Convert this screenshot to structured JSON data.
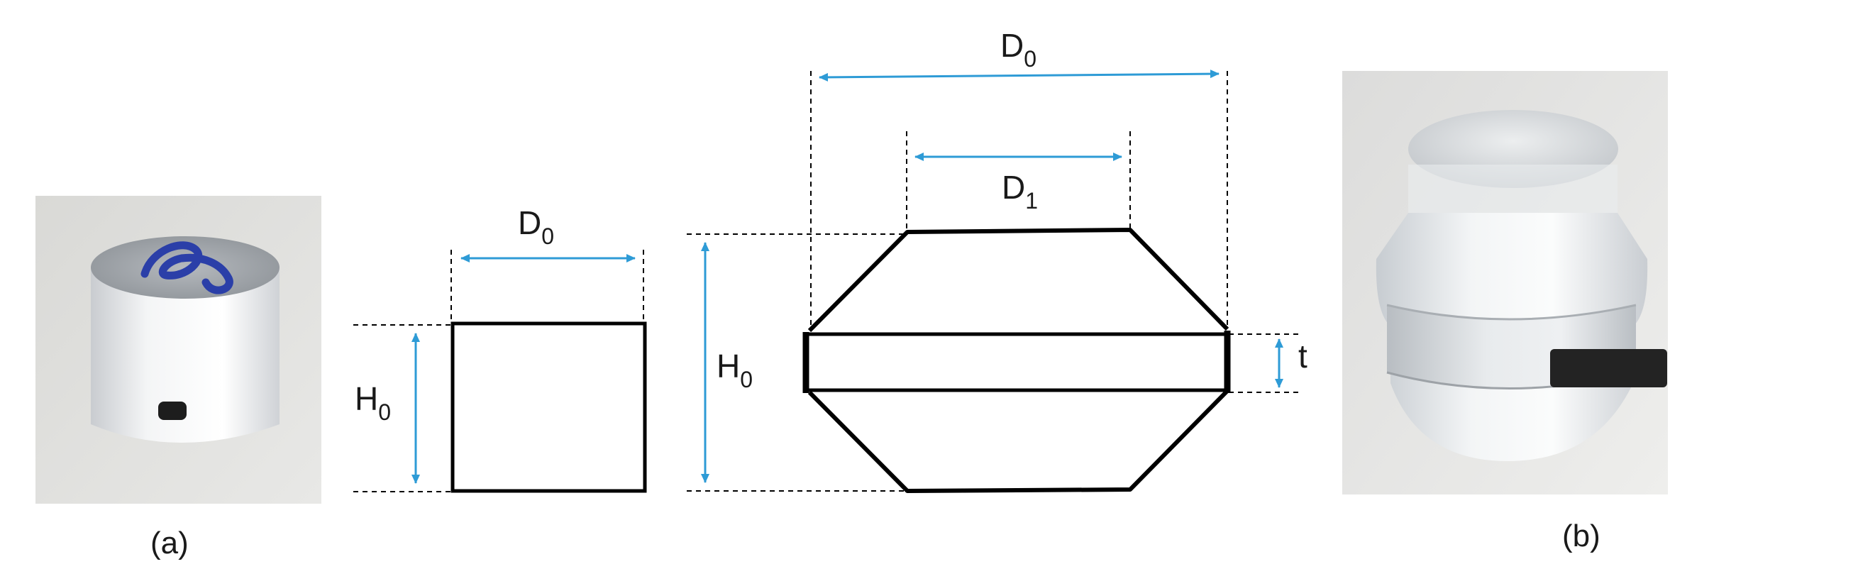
{
  "labels": {
    "d0_left": {
      "main": "D",
      "sub": "0"
    },
    "h0_left": {
      "main": "H",
      "sub": "0"
    },
    "d0_right": {
      "main": "D",
      "sub": "0"
    },
    "d1_right": {
      "main": "D",
      "sub": "1"
    },
    "h0_right": {
      "main": "H",
      "sub": "0"
    },
    "t": "t"
  },
  "captions": {
    "a": "(a)",
    "b": "(b)"
  },
  "colors": {
    "dimension": "#2e9bd6",
    "outline": "#000000",
    "dashed": "#000000"
  }
}
